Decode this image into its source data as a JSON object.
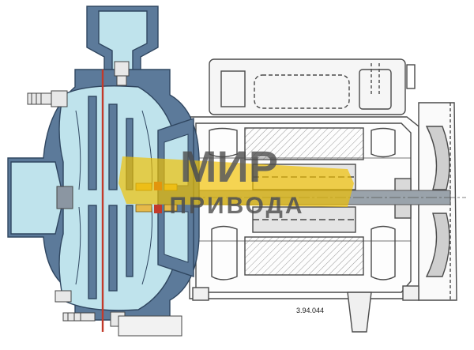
{
  "drawing": {
    "number": "3.94.044",
    "watermark": {
      "line1": "МИР",
      "line2": "ПРИВОДА"
    }
  },
  "colors": {
    "casing": "#5c7a9a",
    "casing_dark": "#3e5b78",
    "water": "#bfe3ec",
    "motor_line": "#4a4a4a",
    "shaft": "#9aa3ab",
    "seal_red": "#c23a2a",
    "seal_yellow": "#e6b94a",
    "watermark_yellow": "#f2c200",
    "watermark_gray": "#4b4b4b"
  }
}
